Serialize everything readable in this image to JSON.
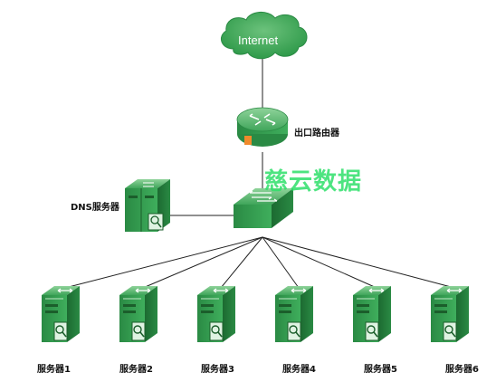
{
  "cloud": {
    "label": "Internet"
  },
  "router": {
    "label": "出口路由器"
  },
  "dns_server": {
    "label": "DNS服务器"
  },
  "servers": [
    {
      "label": "服务器1"
    },
    {
      "label": "服务器2"
    },
    {
      "label": "服务器3"
    },
    {
      "label": "服务器4"
    },
    {
      "label": "服务器5"
    },
    {
      "label": "服务器6"
    }
  ],
  "watermark": "慈云数据",
  "colors": {
    "device_green": "#2f9a4a",
    "device_dark": "#1f6e32",
    "cloud_green": "#3ea85a",
    "link": "#222222"
  }
}
